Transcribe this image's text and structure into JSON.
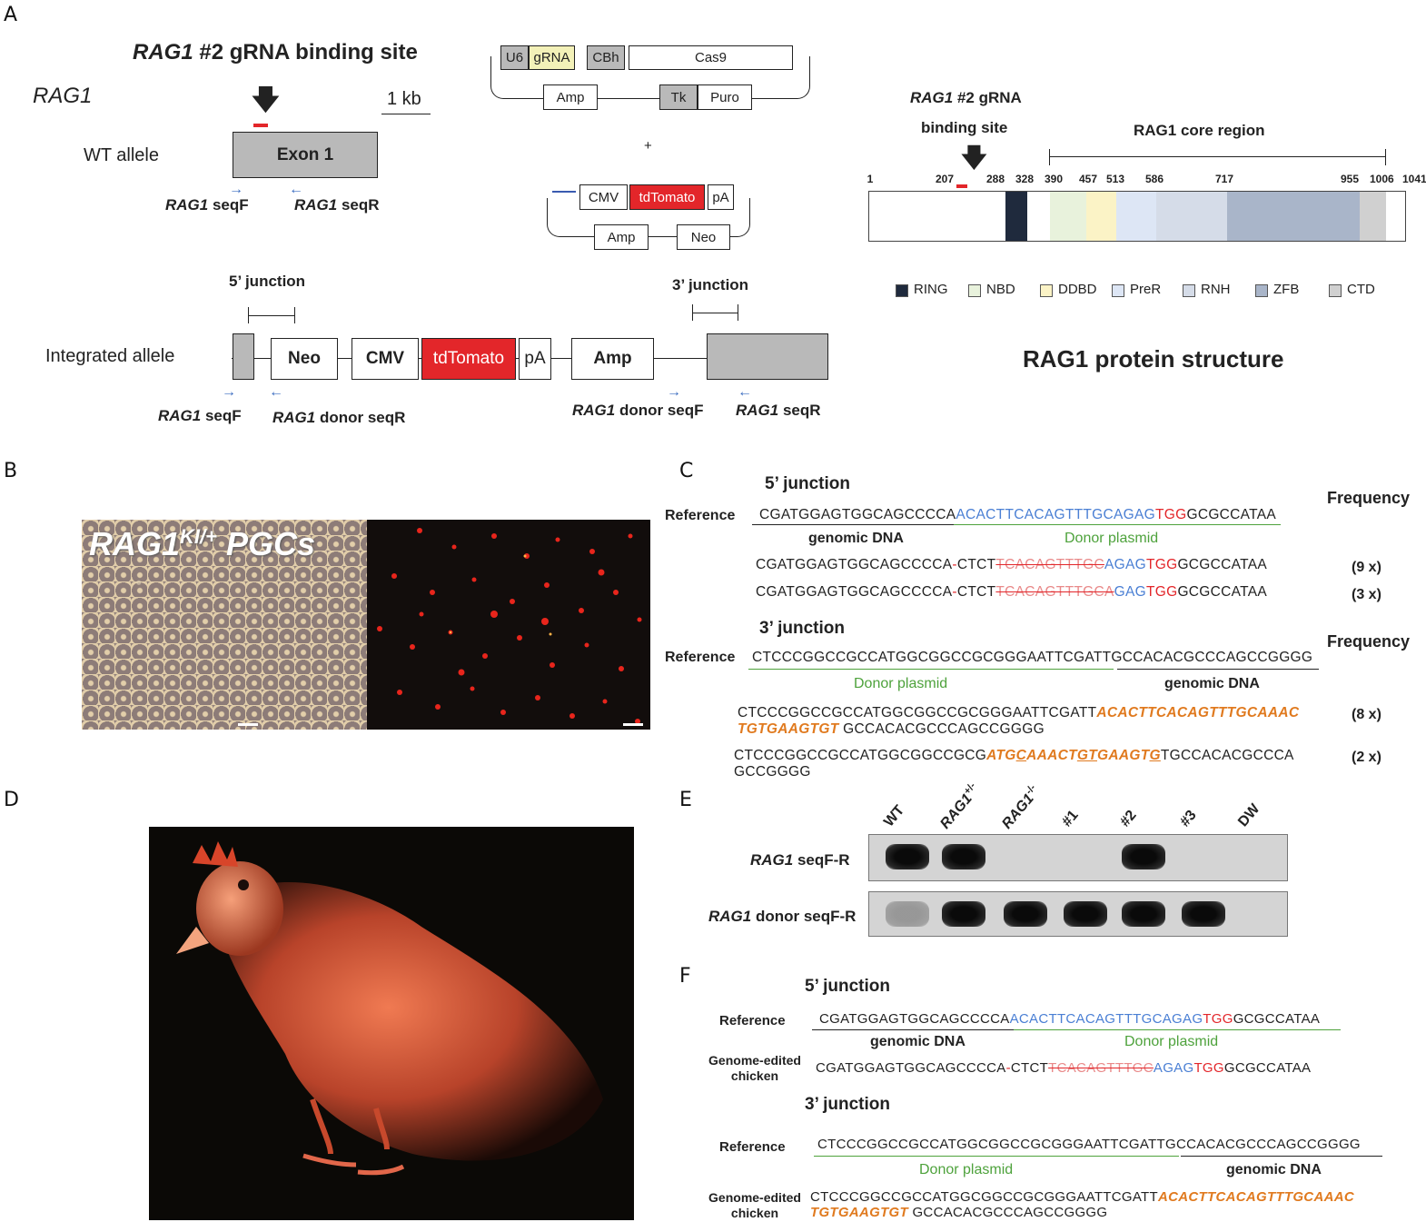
{
  "panels": {
    "A": "A",
    "B": "B",
    "C": "C",
    "D": "D",
    "E": "E",
    "F": "F"
  },
  "colors": {
    "accent_red": "#e3262a",
    "seq_blue": "#4a7fd4",
    "seq_green": "#4ea23c",
    "seq_orange": "#e07a1f",
    "arrow_blue": "#3a6cc0"
  },
  "panelA": {
    "title_gene": "RAG1",
    "title_rest": " #2 gRNA binding site",
    "gene_label": "RAG1",
    "scale": "1 kb",
    "wt_allele": "WT allele",
    "exon": "Exon 1",
    "seqF_gene": "RAG1",
    "seqF": " seqF",
    "seqR_gene": "RAG1",
    "seqR": " seqR",
    "plasmid1": {
      "u6": "U6",
      "grna": "gRNA",
      "cbh": "CBh",
      "cas9": "Cas9",
      "amp": "Amp",
      "tk": "Tk",
      "puro": "Puro"
    },
    "plus": "+",
    "plasmid2": {
      "cmv": "CMV",
      "tdtomato": "tdTomato",
      "pa": "pA",
      "amp": "Amp",
      "neo": "Neo"
    },
    "junction5": "5’ junction",
    "junction3": "3’ junction",
    "integrated": "Integrated allele",
    "int_blocks": {
      "neo": "Neo",
      "cmv": "CMV",
      "tdtomato": "tdTomato",
      "pa": "pA",
      "amp": "Amp"
    },
    "int_primers": {
      "seqF_gene": "RAG1",
      "seqF": " seqF",
      "donorR_gene": "RAG1",
      "donorR": " donor seqR",
      "donorF_gene": "RAG1",
      "donorF": " donor seqF",
      "seqR_gene": "RAG1",
      "seqR": " seqR"
    }
  },
  "protein": {
    "grna_gene": "RAG1",
    "grna_rest": " #2 gRNA",
    "binding_site": "binding site",
    "core_region": "RAG1 core region",
    "positions": [
      "1",
      "207",
      "288",
      "328",
      "390",
      "457",
      "513",
      "586",
      "717",
      "955",
      "1006",
      "1041"
    ],
    "legend": [
      {
        "label": "RING",
        "color": "#1f2a3d"
      },
      {
        "label": "NBD",
        "color": "#e8f2dc"
      },
      {
        "label": "DDBD",
        "color": "#fbf3c6"
      },
      {
        "label": "PreR",
        "color": "#dde6f5"
      },
      {
        "label": "RNH",
        "color": "#d5dce8"
      },
      {
        "label": "ZFB",
        "color": "#a9b5c9"
      },
      {
        "label": "CTD",
        "color": "#d0d0d0"
      }
    ],
    "title": "RAG1 protein structure"
  },
  "panelB": {
    "label_main": "RAG1",
    "label_sup": "KI/+",
    "label_rest": " PGCs"
  },
  "panelC": {
    "junction5": "5’ junction",
    "frequency": "Frequency",
    "reference": "Reference",
    "ref5": {
      "a": "CGATGGAGTGGCAGCCCCA",
      "b": "ACACTTCACAGTTTGCAGAG",
      "c": "TGG",
      "d": "GCGCCATAA"
    },
    "genomic": "genomic DNA",
    "donor": "Donor plasmid",
    "r1": {
      "a": "CGATGGAGTGGCAGCCCCA",
      "dash": "-",
      "b": "CTCT",
      "s": "TCACAGTTTGC",
      "c": "AGAG",
      "d": "TGG",
      "e": "GCGCCATAA",
      "freq": "(9 x)"
    },
    "r2": {
      "a": "CGATGGAGTGGCAGCCCCA",
      "dash": "-",
      "b": "CTCT",
      "s": "TCACAGTTTGCA",
      "c": "GAG",
      "d": "TGG",
      "e": "GCGCCATAA",
      "freq": "(3 x)"
    },
    "junction3": "3’ junction",
    "frequency2": "Frequency",
    "reference2": "Reference",
    "ref3": {
      "a": "CTCCCGGCCGCCATGGCGGCCGCGGGAATTCGATT",
      "b": "GCCACACGCCCAGCCGGGG"
    },
    "donor2": "Donor plasmid",
    "genomic2": "genomic DNA",
    "r3": {
      "a": "CTCCCGGCCGCCATGGCGGCCGCGGGAATTCGATT",
      "o1": "ACACTTCACAGTTTGCAAAC",
      "o2": "TGTGAAGTGT",
      "b": " GCCACACGCCCAGCCGGGG",
      "freq": "(8 x)"
    },
    "r4": {
      "a": "CTCCCGGCCGCCATGGCGGCCGCG",
      "p1": "ATG",
      "u1": "C",
      "p2": "AAA",
      "p3": "CT",
      "u2": "GT",
      "p4": "GA",
      "p5": "AGT",
      "u3": "G",
      "b": "TGCCACACGCCCA",
      "c": "GCCGGGG",
      "freq": "(2 x)"
    }
  },
  "panelE": {
    "lanes": [
      "WT",
      "RAG1 +/-",
      "RAG1 -/-",
      "#1",
      "#2",
      "#3",
      "DW"
    ],
    "row1_gene": "RAG1",
    "row1": " seqF-R",
    "row2_gene": "RAG1",
    "row2": " donor seqF-R",
    "row1_bands": [
      1,
      1,
      0,
      0,
      1,
      0,
      0
    ],
    "row2_bands": [
      0.3,
      1,
      1,
      1,
      1,
      1,
      0
    ]
  },
  "panelF": {
    "junction5": "5’ junction",
    "reference": "Reference",
    "ref5": {
      "a": "CGATGGAGTGGCAGCCCCA",
      "b": "ACACTTCACAGTTTGCAGAG",
      "c": "TGG",
      "d": "GCGCCATAA"
    },
    "genomic": "genomic DNA",
    "donor": "Donor plasmid",
    "edited1": "Genome-edited",
    "edited2": "chicken",
    "e5": {
      "a": "CGATGGAGTGGCAGCCCCA",
      "dash": "-",
      "b": "CTCT",
      "s": "TCACAGTTTGC",
      "c": "AGAG",
      "d": "TGG",
      "e": "GCGCCATAA"
    },
    "junction3": "3’ junction",
    "reference2": "Reference",
    "ref3": {
      "a": "CTCCCGGCCGCCATGGCGGCCGCGGGAATTCGATT",
      "b": "GCCACACGCCCAGCCGGGG"
    },
    "donor2": "Donor plasmid",
    "genomic2": "genomic DNA",
    "edited3": "Genome-edited",
    "edited4": "chicken",
    "e3": {
      "a": "CTCCCGGCCGCCATGGCGGCCGCGGGAATTCGATT",
      "o1": "ACACTTCACAGTTTGCAAAC",
      "o2": "TGTGAAGTGT",
      "b": " GCCACACGCCCAGCCGGGG"
    }
  }
}
